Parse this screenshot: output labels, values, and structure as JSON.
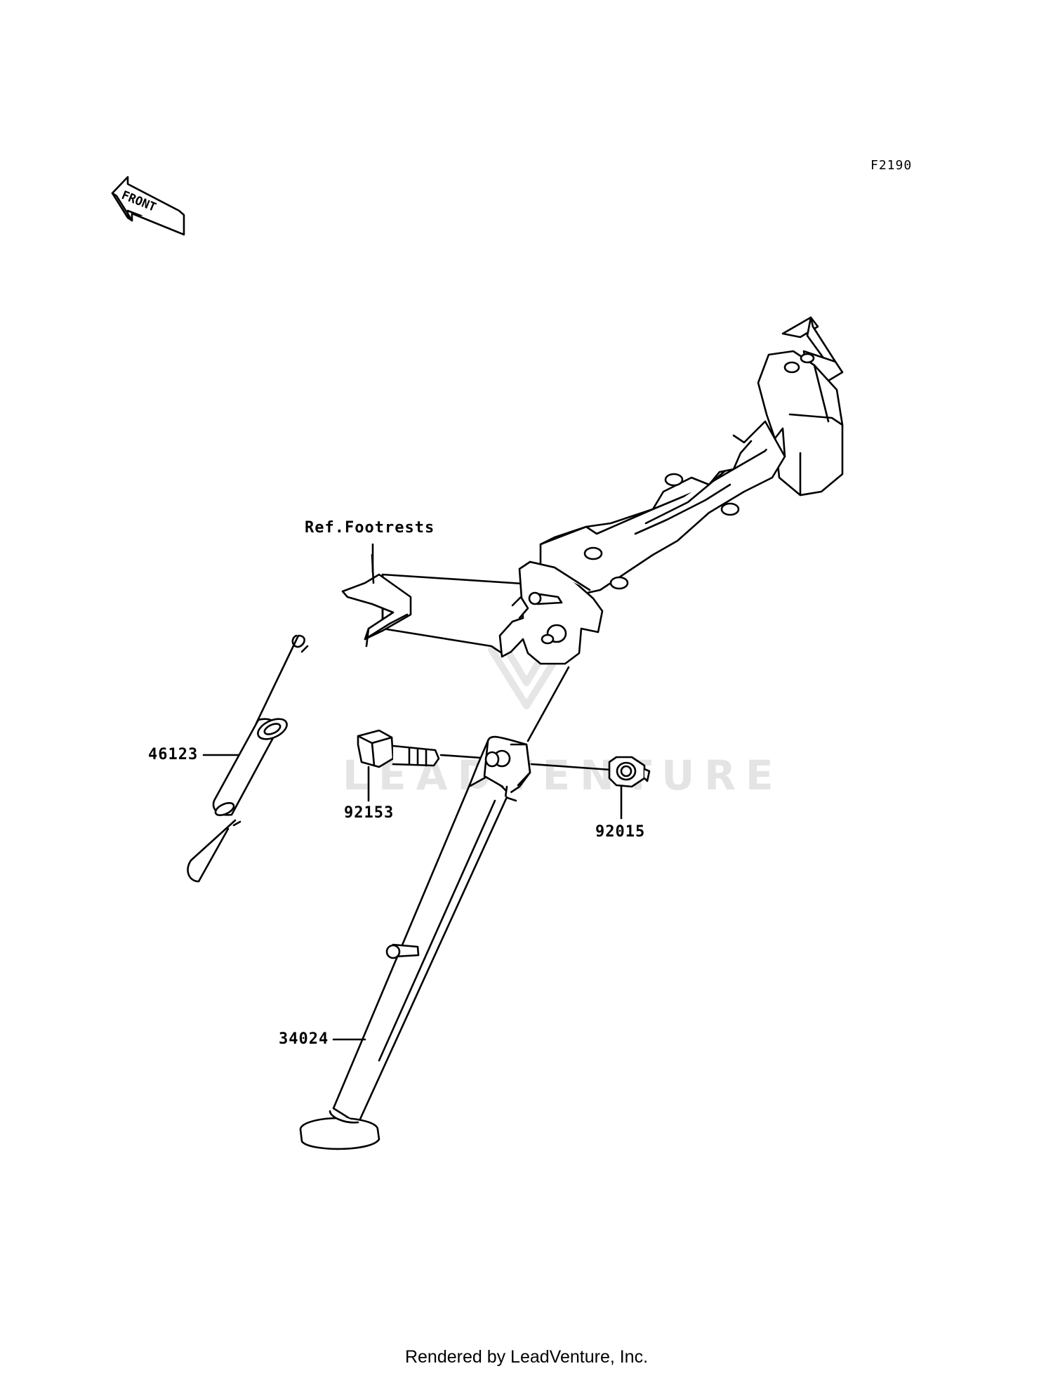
{
  "diagram": {
    "code": "F2190",
    "front_label": "FRONT",
    "ref_label": "Ref.Footrests",
    "parts": [
      {
        "id": "46123",
        "name": "spring"
      },
      {
        "id": "92153",
        "name": "bolt"
      },
      {
        "id": "92015",
        "name": "nut"
      },
      {
        "id": "34024",
        "name": "side-stand"
      }
    ],
    "watermark": "LEADVENTURE",
    "footer": "Rendered by LeadVenture, Inc."
  }
}
